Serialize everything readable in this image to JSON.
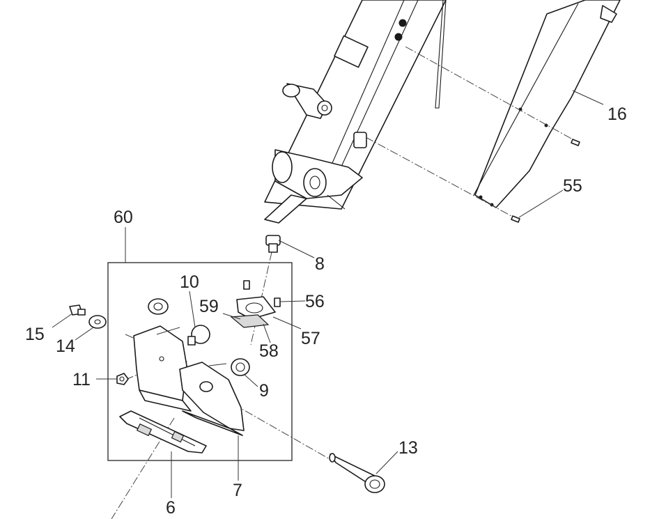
{
  "diagram": {
    "title": "Exploded parts diagram",
    "callouts": {
      "p16": "16",
      "p55": "55",
      "p60": "60",
      "p8": "8",
      "p10": "10",
      "p59": "59",
      "p56": "56",
      "p15": "15",
      "p14": "14",
      "p57": "57",
      "p58": "58",
      "p11": "11",
      "p9": "9",
      "p13": "13",
      "p7": "7",
      "p6": "6"
    }
  }
}
